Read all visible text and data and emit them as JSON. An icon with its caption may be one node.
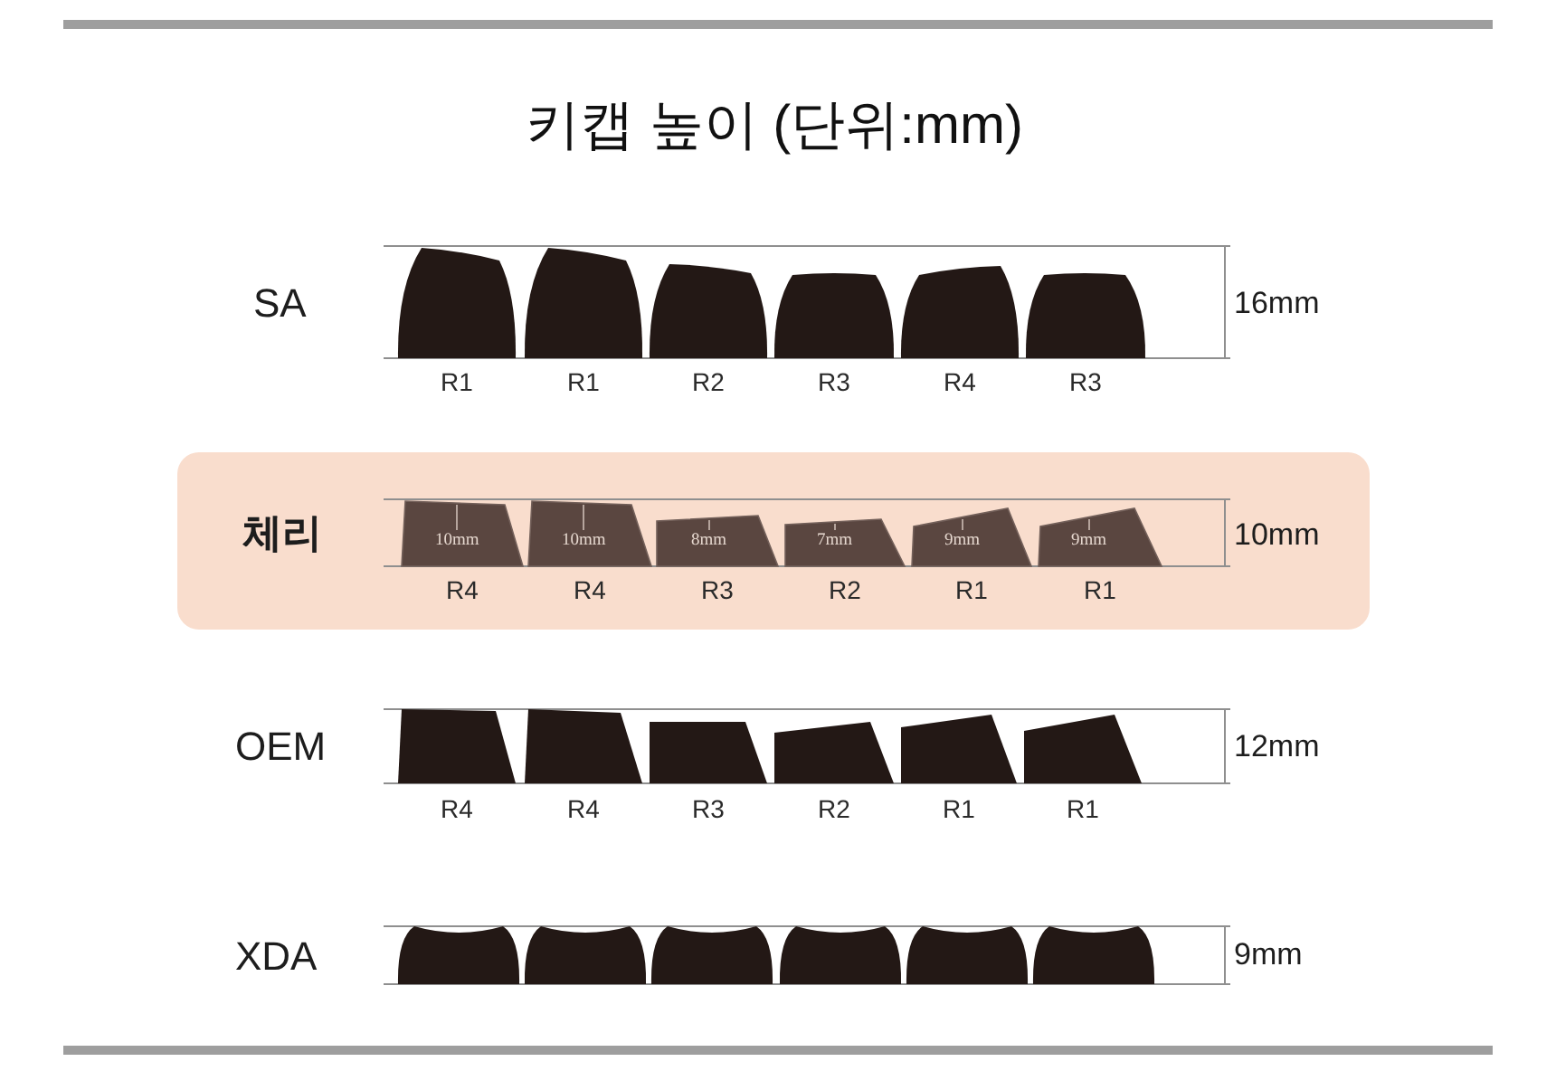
{
  "diagram": {
    "title": "키캡 높이 (단위:mm)",
    "nodes": [
      {
        "text": [],
        "shape": "box",
        "beside": [
          "R1"
        ]
      },
      {
        "text": [],
        "shape": "box",
        "beside": [
          "R1"
        ]
      },
      {
        "text": [],
        "shape": "box",
        "beside": [
          "R2"
        ]
      },
      {
        "text": [],
        "shape": "box",
        "beside": [
          "R3"
        ]
      },
      {
        "text": [],
        "shape": "box",
        "beside": [
          "R4"
        ]
      },
      {
        "text": [],
        "shape": "box",
        "beside": [
          "R3"
        ]
      },
      {
        "text": [
          "체리",
          "10mm"
        ]
      },
      {
        "text": [
          "10mm"
        ],
        "in": 6,
        "beside": [
          "R4"
        ]
      },
      {
        "text": [
          "10mm"
        ],
        "in": 6,
        "beside": [
          "R4"
        ]
      },
      {
        "text": [
          "8mm"
        ],
        "in": 6,
        "beside": [
          "R3"
        ]
      },
      {
        "text": [
          "7mm"
        ],
        "in": 6,
        "beside": [
          "R2"
        ]
      },
      {
        "text": [
          "9mm"
        ],
        "in": 6,
        "beside": [
          "R1"
        ]
      },
      {
        "text": [
          "9mm"
        ],
        "in": 6,
        "beside": [
          "R1"
        ]
      },
      {
        "text": [],
        "shape": "box",
        "beside": [
          "R4"
        ]
      },
      {
        "text": [],
        "shape": "box",
        "beside": [
          "R4"
        ]
      },
      {
        "text": [],
        "shape": "box",
        "beside": [
          "R3"
        ]
      },
      {
        "text": [],
        "shape": "box",
        "beside": [
          "R2"
        ]
      },
      {
        "text": [],
        "shape": "box",
        "beside": [
          "R1"
        ]
      },
      {
        "text": [],
        "shape": "box",
        "beside": [
          "R1"
        ]
      },
      {
        "text": [],
        "shape": "box"
      },
      {
        "text": [],
        "shape": "box"
      },
      {
        "text": [],
        "shape": "box"
      },
      {
        "text": [],
        "shape": "box"
      },
      {
        "text": [],
        "shape": "box"
      },
      {
        "text": [],
        "shape": "box"
      }
    ],
    "labels": [
      "SA",
      "16mm",
      "OEM",
      "12mm",
      "XDA",
      "9mm"
    ]
  }
}
